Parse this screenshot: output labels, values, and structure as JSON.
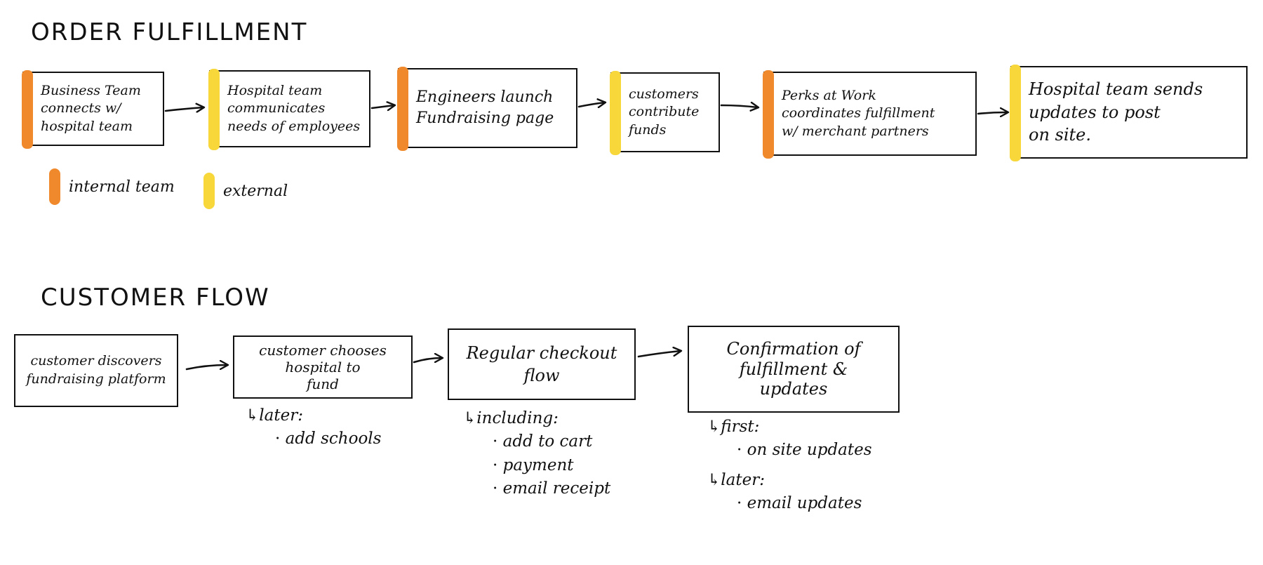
{
  "colors": {
    "internal": "#f0892c",
    "external": "#f7d73a"
  },
  "order_fulfillment": {
    "title": "ORDER FULFILLMENT",
    "steps": [
      {
        "type": "internal",
        "lines": [
          "Business Team",
          "connects w/",
          "hospital team"
        ]
      },
      {
        "type": "external",
        "lines": [
          "Hospital team",
          "communicates",
          "needs of employees"
        ]
      },
      {
        "type": "internal",
        "lines": [
          "Engineers launch",
          "Fundraising page"
        ]
      },
      {
        "type": "external",
        "lines": [
          "customers",
          "contribute",
          "funds"
        ]
      },
      {
        "type": "internal",
        "lines": [
          "Perks at Work",
          "coordinates fulfillment",
          "w/ merchant partners"
        ]
      },
      {
        "type": "external",
        "lines": [
          "Hospital team sends",
          "updates to post",
          "on site."
        ]
      }
    ]
  },
  "legend": {
    "internal_label": "internal team",
    "external_label": "external"
  },
  "customer_flow": {
    "title": "CUSTOMER FLOW",
    "steps": [
      {
        "lines": [
          "customer discovers",
          "fundraising platform"
        ]
      },
      {
        "lines": [
          "customer chooses",
          "hospital to",
          "fund"
        ]
      },
      {
        "lines": [
          "Regular checkout",
          "flow"
        ]
      },
      {
        "lines": [
          "Confirmation of",
          "fulfillment &",
          "updates"
        ]
      }
    ],
    "notes": {
      "step2": {
        "heading": "later:",
        "items": [
          "add schools"
        ]
      },
      "step3": {
        "heading": "including:",
        "items": [
          "add to cart",
          "payment",
          "email receipt"
        ]
      },
      "step4a": {
        "heading": "first:",
        "items": [
          "on site updates"
        ]
      },
      "step4b": {
        "heading": "later:",
        "items": [
          "email updates"
        ]
      }
    }
  }
}
